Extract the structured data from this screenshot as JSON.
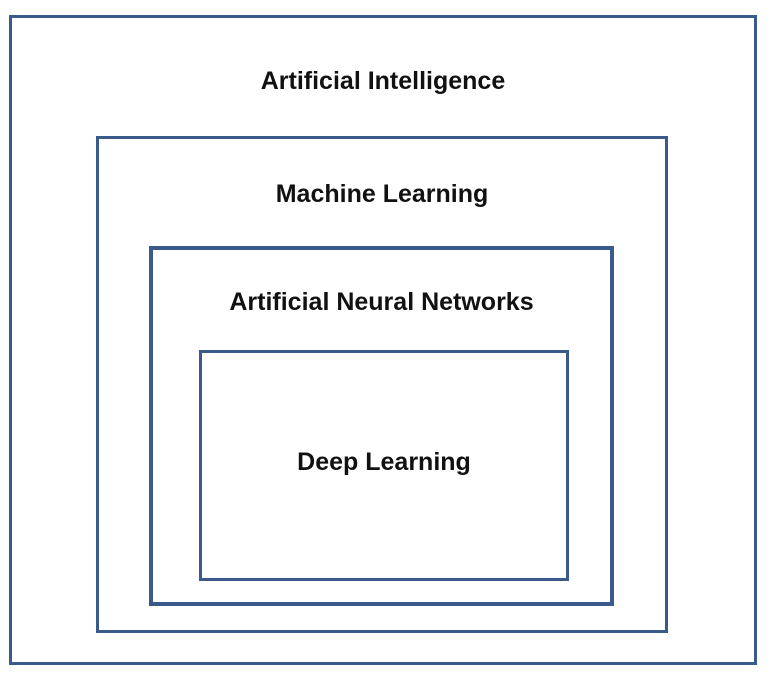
{
  "diagram": {
    "border_color": "#3a5a8c",
    "text_color": "#111111",
    "layers": [
      {
        "label": "Artificial Intelligence"
      },
      {
        "label": "Machine Learning"
      },
      {
        "label": "Artificial Neural Networks"
      },
      {
        "label": "Deep Learning"
      }
    ]
  }
}
